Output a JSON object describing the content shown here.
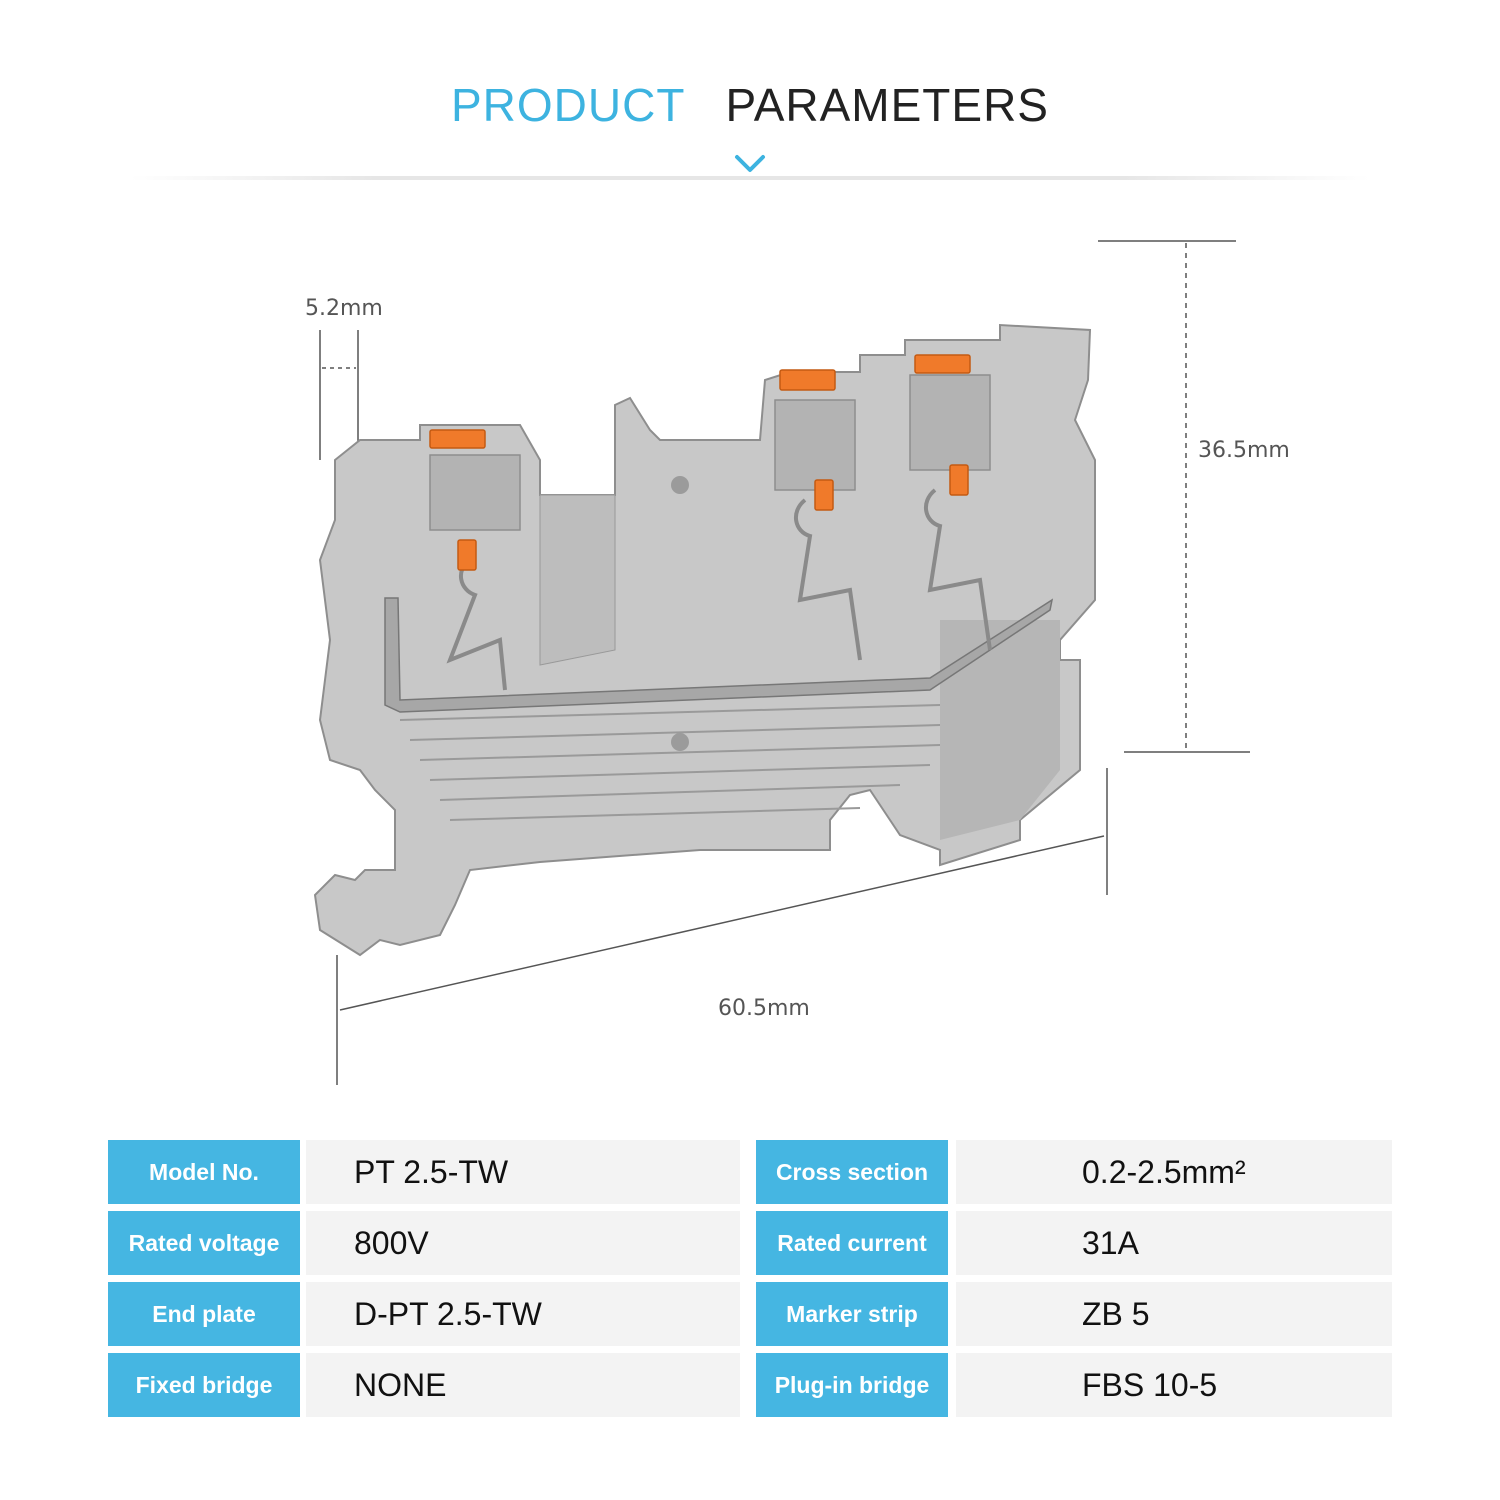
{
  "header": {
    "word1": "PRODUCT",
    "word2": "PARAMETERS"
  },
  "dimensions": {
    "width_mm": "5.2mm",
    "height_mm": "36.5mm",
    "length_mm": "60.5mm"
  },
  "colors": {
    "accent": "#3db3e0",
    "label_bg": "#45b6e2",
    "housing": "#c9c9c9",
    "push_button": "#f07a2a"
  },
  "params": [
    {
      "label1": "Model No.",
      "value1": "PT 2.5-TW",
      "label2": "Cross section",
      "value2": "0.2-2.5mm²"
    },
    {
      "label1": "Rated voltage",
      "value1": "800V",
      "label2": "Rated current",
      "value2": "31A"
    },
    {
      "label1": "End plate",
      "value1": "D-PT 2.5-TW",
      "label2": "Marker strip",
      "value2": "ZB 5"
    },
    {
      "label1": "Fixed bridge",
      "value1": "NONE",
      "label2": "Plug-in bridge",
      "value2": "FBS 10-5"
    }
  ]
}
